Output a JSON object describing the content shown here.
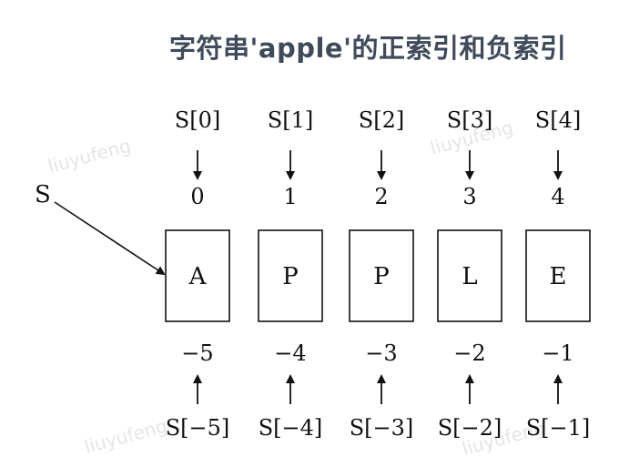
{
  "title": "字符串'apple'的正索引和负索引",
  "variable_label": "S",
  "watermark": "liuyufeng",
  "cells": [
    {
      "char": "A",
      "pos_label": "S[0]",
      "pos_index": "0",
      "neg_index": "−5",
      "neg_label": "S[−5]"
    },
    {
      "char": "P",
      "pos_label": "S[1]",
      "pos_index": "1",
      "neg_index": "−4",
      "neg_label": "S[−4]"
    },
    {
      "char": "P",
      "pos_label": "S[2]",
      "pos_index": "2",
      "neg_index": "−3",
      "neg_label": "S[−3]"
    },
    {
      "char": "L",
      "pos_label": "S[3]",
      "pos_index": "3",
      "neg_index": "−2",
      "neg_label": "S[−2]"
    },
    {
      "char": "E",
      "pos_label": "S[4]",
      "pos_index": "4",
      "neg_index": "−1",
      "neg_label": "S[−1]"
    }
  ]
}
